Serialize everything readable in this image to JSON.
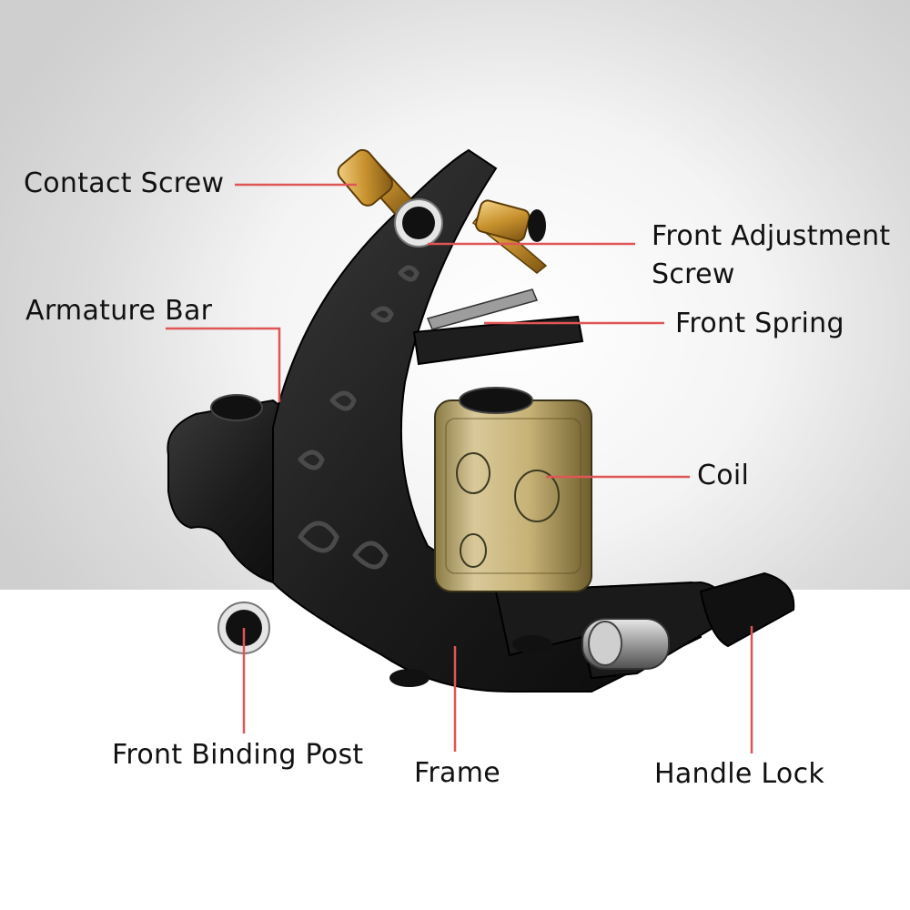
{
  "labels": {
    "contact_screw": "Contact Screw",
    "front_adjustment_screw_line1": "Front Adjustment",
    "front_adjustment_screw_line2": "Screw",
    "armature_bar": "Armature Bar",
    "front_spring": "Front Spring",
    "coil": "Coil",
    "front_binding_post": "Front Binding Post",
    "frame": "Frame",
    "handle_lock": "Handle Lock"
  },
  "colors": {
    "leader_line": "#e05555",
    "label_text": "#111111",
    "backdrop_gray": "#d9d9d9",
    "backdrop_white": "#ffffff"
  }
}
